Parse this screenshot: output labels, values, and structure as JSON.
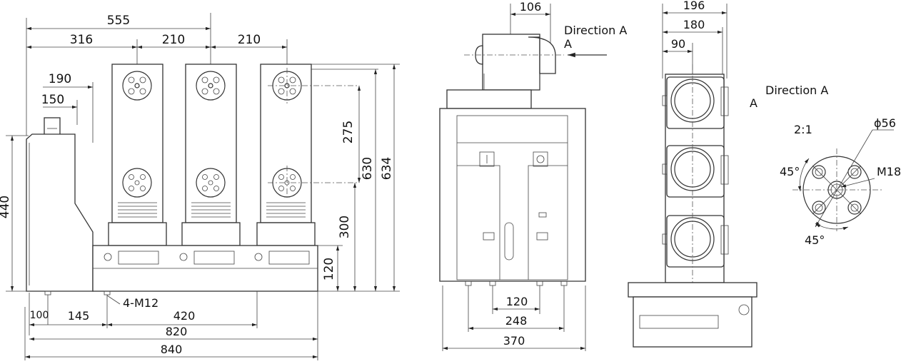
{
  "front_view": {
    "dims": {
      "d555": "555",
      "d316": "316",
      "d210a": "210",
      "d210b": "210",
      "d190": "190",
      "d150": "150",
      "d440": "440",
      "d275": "275",
      "d300": "300",
      "d630": "630",
      "d634": "634",
      "d120": "120",
      "d100": "100",
      "d145": "145",
      "d420": "420",
      "d820": "820",
      "d840": "840"
    },
    "callout": "4-M12"
  },
  "side_view": {
    "dims": {
      "d106": "106",
      "d120": "120",
      "d248": "248",
      "d370": "370"
    },
    "direction_label": "Direction A",
    "arrow_letter": "A"
  },
  "rear_view": {
    "dims": {
      "d196": "196",
      "d180": "180",
      "d90": "90"
    }
  },
  "detail_view": {
    "title": "Direction A",
    "letter": "A",
    "scale": "2:1",
    "diameter": "ϕ56",
    "thread": "M18",
    "angle_top": "45°",
    "angle_bottom": "45°"
  }
}
